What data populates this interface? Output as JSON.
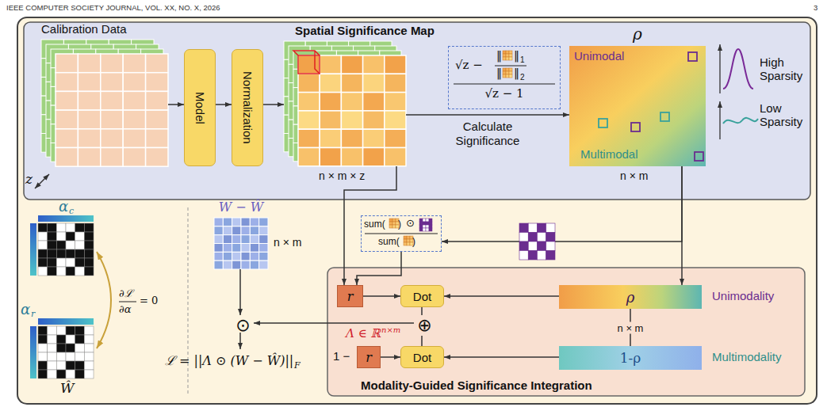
{
  "diagram": {
    "nodes": [
      {
        "text": [
          "Calibration Data"
        ]
      },
      {
        "text": [
          "Model"
        ]
      },
      {
        "text": [
          "Normalization"
        ]
      },
      {
        "text": [
          "Spatial Significance Map"
        ]
      },
      {
        "text": [
          "√z −",
          "√z − 1"
        ]
      },
      {
        "text": [
          "ρ",
          "Unimodal",
          "Multimodal"
        ]
      },
      {
        "text": [
          "W − Ŵ"
        ]
      },
      {
        "text": [
          "⊙"
        ]
      },
      {
        "text": [
          "sum(",
          ")",
          "⊙",
          "sum(",
          ")"
        ]
      },
      {
        "text": [
          "Modality-Guided Significance Integration"
        ]
      },
      {
        "text": [
          "r"
        ],
        "in": 9
      },
      {
        "text": [
          "Dot"
        ],
        "in": 9
      },
      {
        "text": [
          "ρ"
        ],
        "in": 9
      },
      {
        "text": [
          "⊕"
        ],
        "in": 9
      },
      {
        "text": [
          "r"
        ],
        "in": 9
      },
      {
        "text": [
          "Dot"
        ],
        "in": 9
      },
      {
        "text": [
          "1-ρ"
        ],
        "in": 9
      }
    ],
    "edges": [
      {
        "from": 0,
        "to": 1,
        "arrow": "to"
      },
      {
        "from": 1,
        "to": 2,
        "arrow": "to"
      },
      {
        "from": 2,
        "to": 3,
        "arrow": "to"
      },
      {
        "from": 3,
        "to": 5,
        "label": "Calculate Significance",
        "arrow": "to"
      },
      {
        "from": 5,
        "to": 8,
        "arrow": "to"
      },
      {
        "from": 3,
        "to": 10,
        "arrow": "to"
      },
      {
        "from": 8,
        "to": 10,
        "arrow": "to"
      },
      {
        "from": 5,
        "to": 12,
        "arrow": "to"
      },
      {
        "from": 10,
        "to": 11,
        "arrow": "to"
      },
      {
        "from": 12,
        "to": 11,
        "arrow": "to"
      },
      {
        "from": 14,
        "to": 15,
        "arrow": "to"
      },
      {
        "from": 16,
        "to": 15,
        "arrow": "to"
      },
      {
        "from": 12,
        "to": 16,
        "label": "n × m",
        "arrow": "none"
      },
      {
        "from": 11,
        "to": 13,
        "arrow": "none"
      },
      {
        "from": 15,
        "to": 13,
        "arrow": "none"
      },
      {
        "from": 13,
        "to": 7,
        "arrow": "to"
      },
      {
        "from": 6,
        "to": 7,
        "arrow": "to"
      }
    ],
    "labels": [
      "IEEE COMPUTER SOCIETY JOURNAL, VOL. XX, NO. X, 2026",
      "3",
      "z",
      "n × m × z",
      "‖",
      "‖",
      "1",
      "‖",
      "‖",
      "2",
      "n × m",
      "High Sparsity",
      "Low Sparsity",
      "α",
      "c",
      "α",
      "r",
      "∂ℒ",
      "∂α",
      "= 0",
      "Ŵ",
      "n × m",
      "ℒ = ||Λ ⊙ (W − Ŵ)||",
      "F",
      "Λ ∈ ℝ",
      "n×m",
      "1 −",
      "Unimodality",
      "Multimodality"
    ]
  }
}
